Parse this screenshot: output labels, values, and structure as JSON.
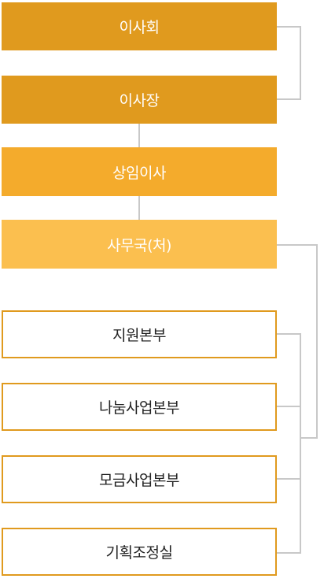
{
  "org_chart": {
    "nodes": [
      {
        "id": "board",
        "label": "이사회",
        "style": "filled",
        "color": "#e09a1e"
      },
      {
        "id": "chairman",
        "label": "이사장",
        "style": "filled",
        "color": "#e09a1e"
      },
      {
        "id": "standing-director",
        "label": "상임이사",
        "style": "filled",
        "color": "#f4ab2c"
      },
      {
        "id": "secretariat",
        "label": "사무국(처)",
        "style": "filled",
        "color": "#fbbf4f"
      },
      {
        "id": "support-hq",
        "label": "지원본부",
        "style": "outlined"
      },
      {
        "id": "sharing-hq",
        "label": "나눔사업본부",
        "style": "outlined"
      },
      {
        "id": "fundraising-hq",
        "label": "모금사업본부",
        "style": "outlined"
      },
      {
        "id": "planning",
        "label": "기획조정실",
        "style": "outlined"
      }
    ],
    "edges": [
      {
        "from": "board",
        "to": "chairman"
      },
      {
        "from": "chairman",
        "to": "standing-director"
      },
      {
        "from": "standing-director",
        "to": "secretariat"
      },
      {
        "from": "secretariat",
        "to": "support-hq"
      },
      {
        "from": "secretariat",
        "to": "sharing-hq"
      },
      {
        "from": "secretariat",
        "to": "fundraising-hq"
      },
      {
        "from": "secretariat",
        "to": "planning"
      }
    ]
  }
}
